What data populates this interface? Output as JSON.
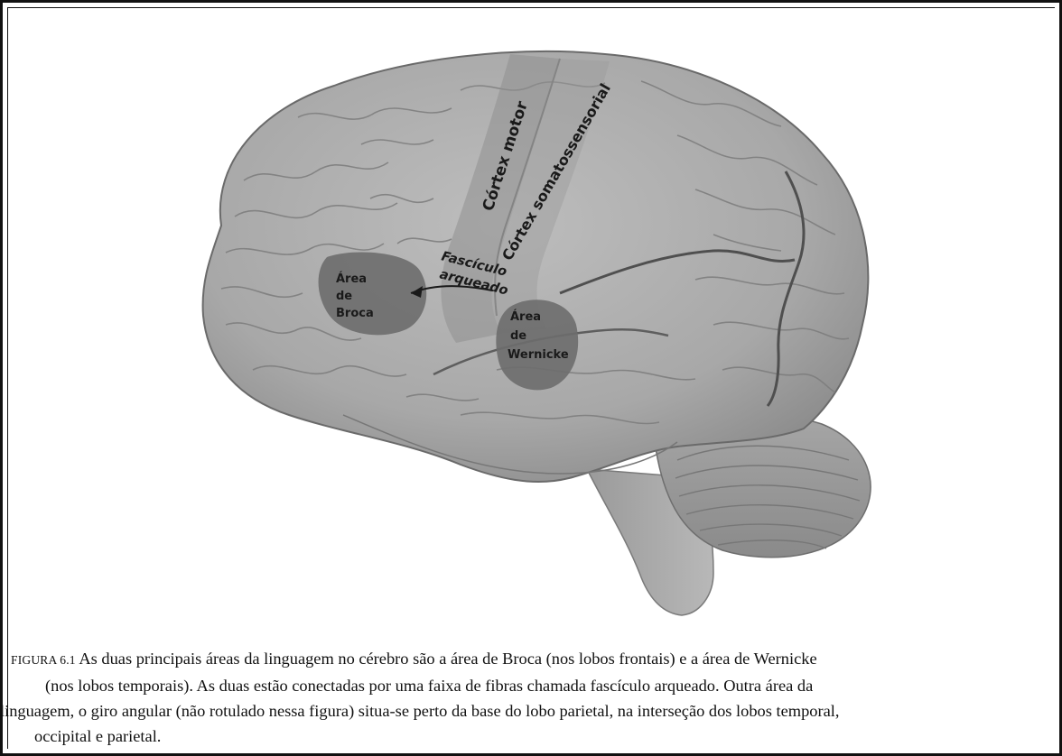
{
  "figure": {
    "labels": {
      "motor_cortex": "Córtex motor",
      "somatosensory_cortex": "Córtex somatossensorial",
      "arcuate_fasciculus_line1": "Fascículo",
      "arcuate_fasciculus_line2": "arqueado",
      "broca_line1": "Área",
      "broca_line2": "de",
      "broca_line3": "Broca",
      "wernicke_line1": "Área",
      "wernicke_line2": "de",
      "wernicke_line3": "Wernicke"
    }
  },
  "caption": {
    "figure_number": "FIGURA 6.1",
    "line1": "As duas principais áreas da linguagem no cérebro são a área de Broca (nos lobos frontais) e a área de Wernicke",
    "line2": "(nos lobos temporais). As duas estão conectadas por uma faixa de fibras chamada fascículo arqueado. Outra área da",
    "line3": "linguagem, o giro angular (não rotulado nessa figura) situa-se perto da base do lobo parietal, na interseção dos lobos temporal,",
    "line4": "occipital e parietal."
  }
}
